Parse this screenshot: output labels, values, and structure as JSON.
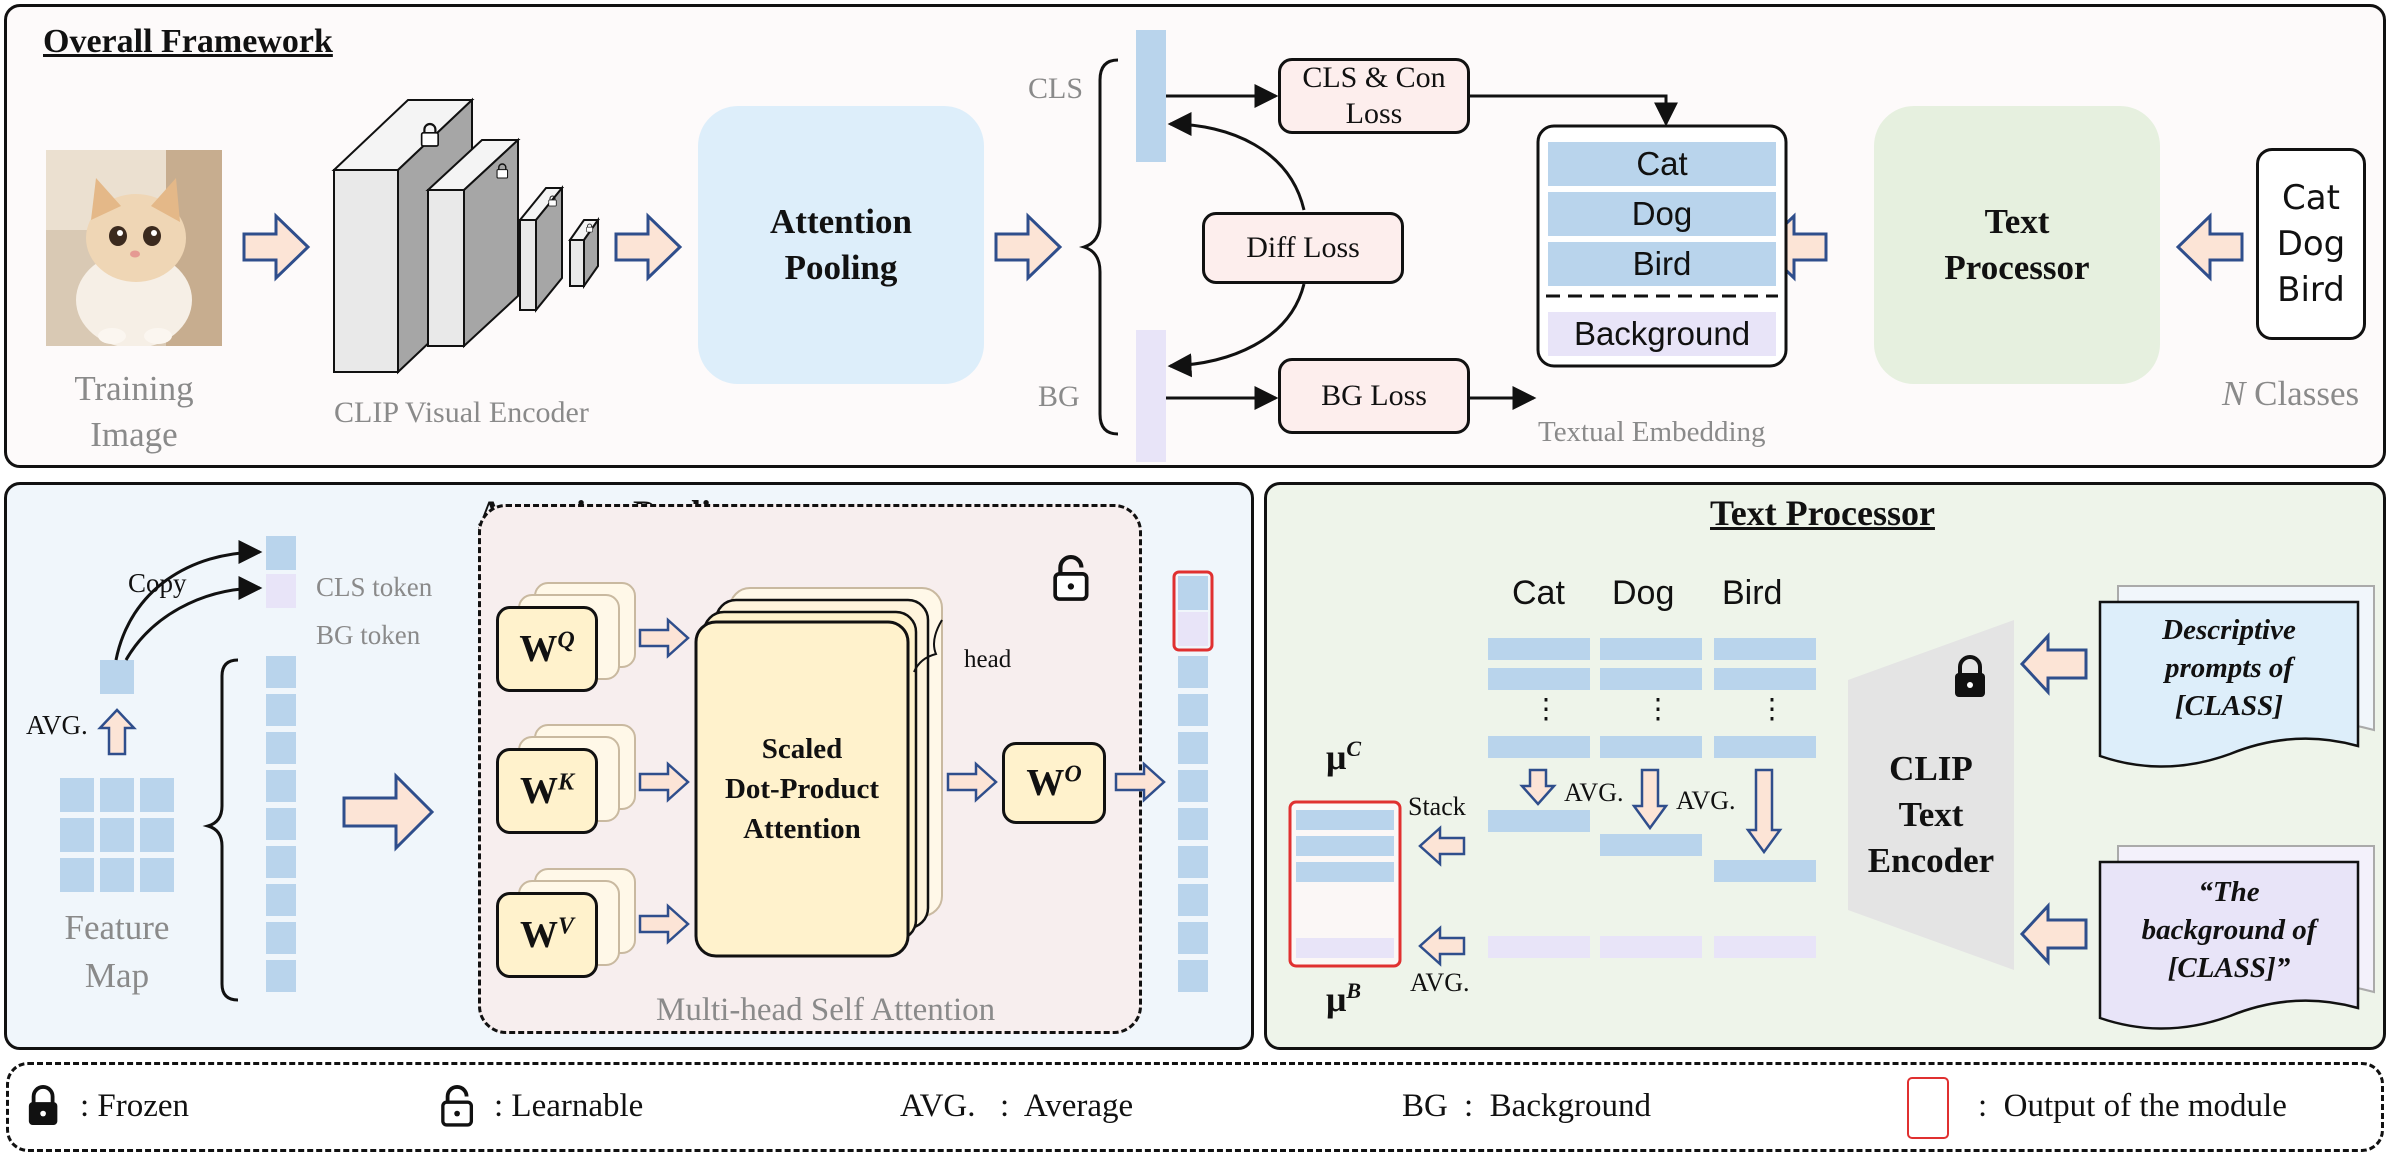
{
  "overall": {
    "title": "Overall Framework",
    "training_image": "Training\nImage",
    "visual_encoder": "CLIP Visual Encoder",
    "attention_pooling": "Attention\nPooling",
    "cls": "CLS",
    "bg": "BG",
    "cls_con_loss": "CLS & Con\nLoss",
    "diff_loss": "Diff Loss",
    "bg_loss": "BG Loss",
    "embed_items": [
      "Cat",
      "Dog",
      "Bird"
    ],
    "embed_background": "Background",
    "textual_embedding": "Textual Embedding",
    "text_processor": "Text\nProcessor",
    "class_list": "Cat\nDog\nBird",
    "n_classes_italic": "N",
    "n_classes_rest": " Classes"
  },
  "attention_pooling": {
    "title": "Attention  Pooling",
    "copy": "Copy",
    "cls_token": "CLS token",
    "bg_token": "BG token",
    "avg": "AVG.",
    "feature_map": "Feature\nMap",
    "wq_base": "W",
    "wq_sup": "Q",
    "wk_base": "W",
    "wk_sup": "K",
    "wv_base": "W",
    "wv_sup": "V",
    "wo_base": "W",
    "wo_sup": "O",
    "head": "head",
    "sdpa": "Scaled\nDot-Product\nAttention",
    "mhsa": "Multi-head Self Attention"
  },
  "text_processor": {
    "title": "Text  Processor",
    "columns": [
      "Cat",
      "Dog",
      "Bird"
    ],
    "ellipsis": "⋮",
    "avg": "AVG.",
    "stack": "Stack",
    "mu_c_base": "μ",
    "mu_c_sup": "C",
    "mu_b_base": "μ",
    "mu_b_sup": "B",
    "clip_text_encoder": "CLIP\nText\nEncoder",
    "descriptive_prompts": "Descriptive\nprompts of\n[CLASS]",
    "background_prompt": "“The\nbackground of\n[CLASS]”"
  },
  "legend": {
    "frozen": ": Frozen",
    "learnable": ": Learnable",
    "avg_key": "AVG.",
    "avg_val": ":  Average",
    "bg_key": "BG",
    "bg_val": ":  Background",
    "output_val": ":  Output of the module"
  },
  "colors": {
    "token_blue": "#b9d4ec",
    "token_lavender": "#e8e4f8",
    "attention_pooling_box": "#ddeefa",
    "text_processor_box": "#e6f0df",
    "loss_box": "#fdeeed",
    "weight_box": "#fff2cc",
    "arrow_fill": "#fce4d6",
    "arrow_stroke": "#2f4e8c",
    "output_highlight": "#e03030"
  }
}
